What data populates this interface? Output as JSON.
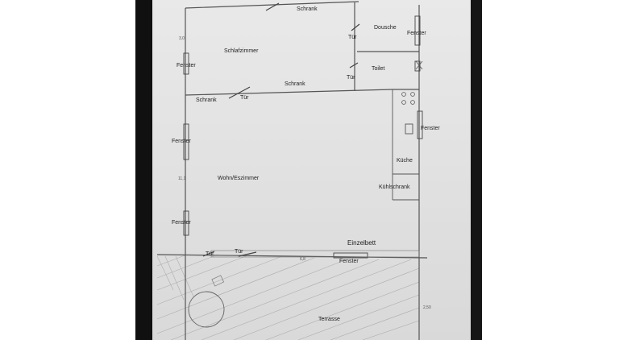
{
  "plan": {
    "rooms": {
      "schlafzimmer": "Schlafzimmer",
      "dousche": "Dousche",
      "toilet": "Toilet",
      "wohn_esszimmer": "Wohn/Eszimmer",
      "kueche": "Küche",
      "kuehlschrank": "Kühlschrank",
      "terrasse": "Terrasse",
      "einzelbett": "Einzelbett"
    },
    "labels": {
      "schrank": "Schrank",
      "tuer": "Tür",
      "fenster": "Fenster"
    },
    "dimensions": {
      "top_left": "3,0",
      "left_mid": "11,1",
      "bottom_mid": "6,8",
      "bottom_right": "2,50"
    },
    "colors": {
      "paper": "#e2e2e2",
      "pencil": "#555555",
      "frame": "#111111"
    }
  }
}
